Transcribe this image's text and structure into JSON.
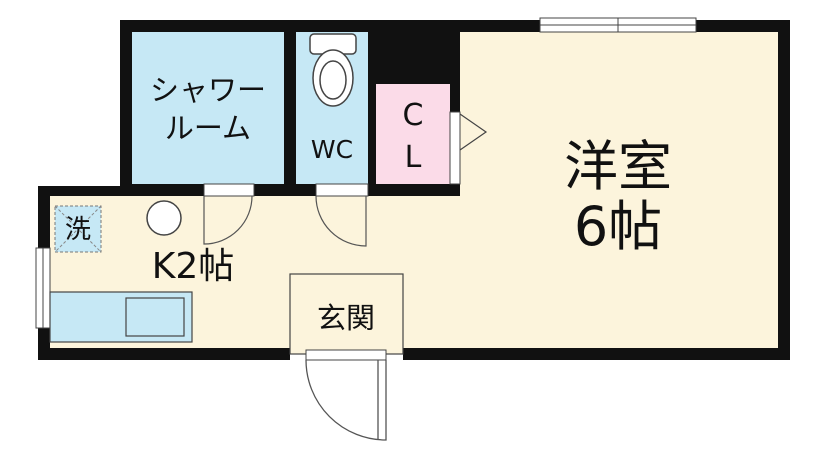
{
  "rooms": {
    "shower": {
      "line1": "シャワー",
      "line2": "ルーム"
    },
    "wc": {
      "label": "WC"
    },
    "closet": {
      "line1": "C",
      "line2": "L"
    },
    "western": {
      "line1": "洋室",
      "line2": "6帖"
    },
    "kitchen": {
      "label": "K2帖"
    },
    "washer": {
      "label": "洗"
    },
    "entrance": {
      "label": "玄関"
    }
  },
  "colors": {
    "wall": "#111111",
    "floor": "#fcf4dc",
    "wet": "#c6e8f5",
    "closet": "#fbdbe8",
    "kitchen_counter": "#c6e8f5",
    "door_line": "#555555"
  }
}
